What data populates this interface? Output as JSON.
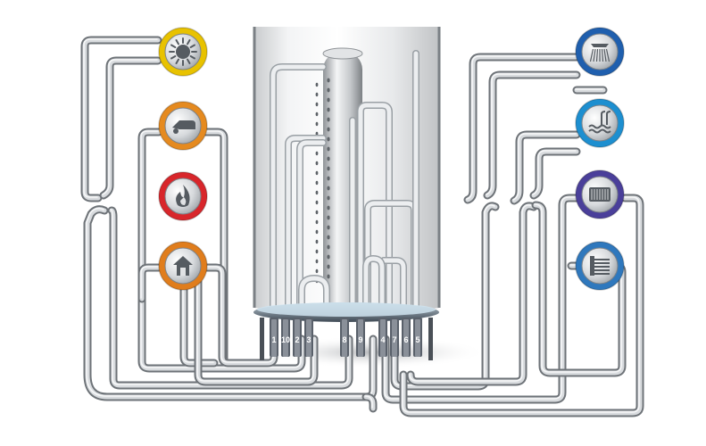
{
  "connections": [
    {
      "label": "1"
    },
    {
      "label": "10"
    },
    {
      "label": "2"
    },
    {
      "label": "3"
    },
    {
      "label": "8"
    },
    {
      "label": "9"
    },
    {
      "label": "4"
    },
    {
      "label": "7"
    },
    {
      "label": "6"
    },
    {
      "label": "5"
    }
  ],
  "sources": [
    {
      "name": "sun-icon",
      "ring_color": "#e8c200"
    },
    {
      "name": "heat-pump-icon",
      "ring_color": "#e58a1f"
    },
    {
      "name": "flame-icon",
      "ring_color": "#d8262b"
    },
    {
      "name": "house-heat-icon",
      "ring_color": "#e07d1c"
    }
  ],
  "consumers": [
    {
      "name": "shower-icon",
      "ring_color": "#1f5fae"
    },
    {
      "name": "pool-icon",
      "ring_color": "#1d8fd0"
    },
    {
      "name": "radiator-icon",
      "ring_color": "#4a3f9a"
    },
    {
      "name": "floor-heating-icon",
      "ring_color": "#2f78bd"
    }
  ],
  "colors": {
    "pipe": "#d9dcdf",
    "water": "#cfe3ef",
    "tank": "#c9ccd0"
  }
}
